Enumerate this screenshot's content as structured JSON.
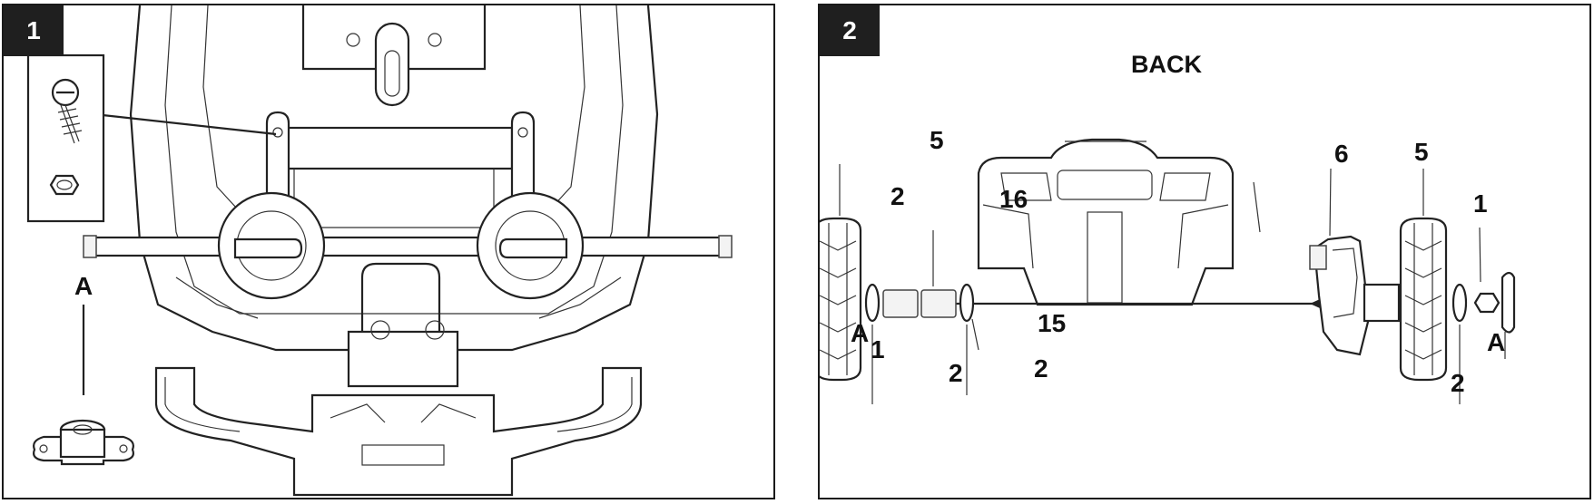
{
  "panels": [
    {
      "step": "1",
      "labels": {
        "a": "A"
      }
    },
    {
      "step": "2",
      "title": "BACK",
      "labels": {
        "l5_left": "5",
        "l2_top_left": "2",
        "l16": "16",
        "l6": "6",
        "l5_right": "5",
        "l1_top_right": "1",
        "lA_left": "A",
        "l1_left": "1",
        "l15": "15",
        "l2_bottom_a": "2",
        "l2_bottom_b": "2",
        "l2_bottom_right": "2",
        "lA_right": "A"
      }
    }
  ]
}
